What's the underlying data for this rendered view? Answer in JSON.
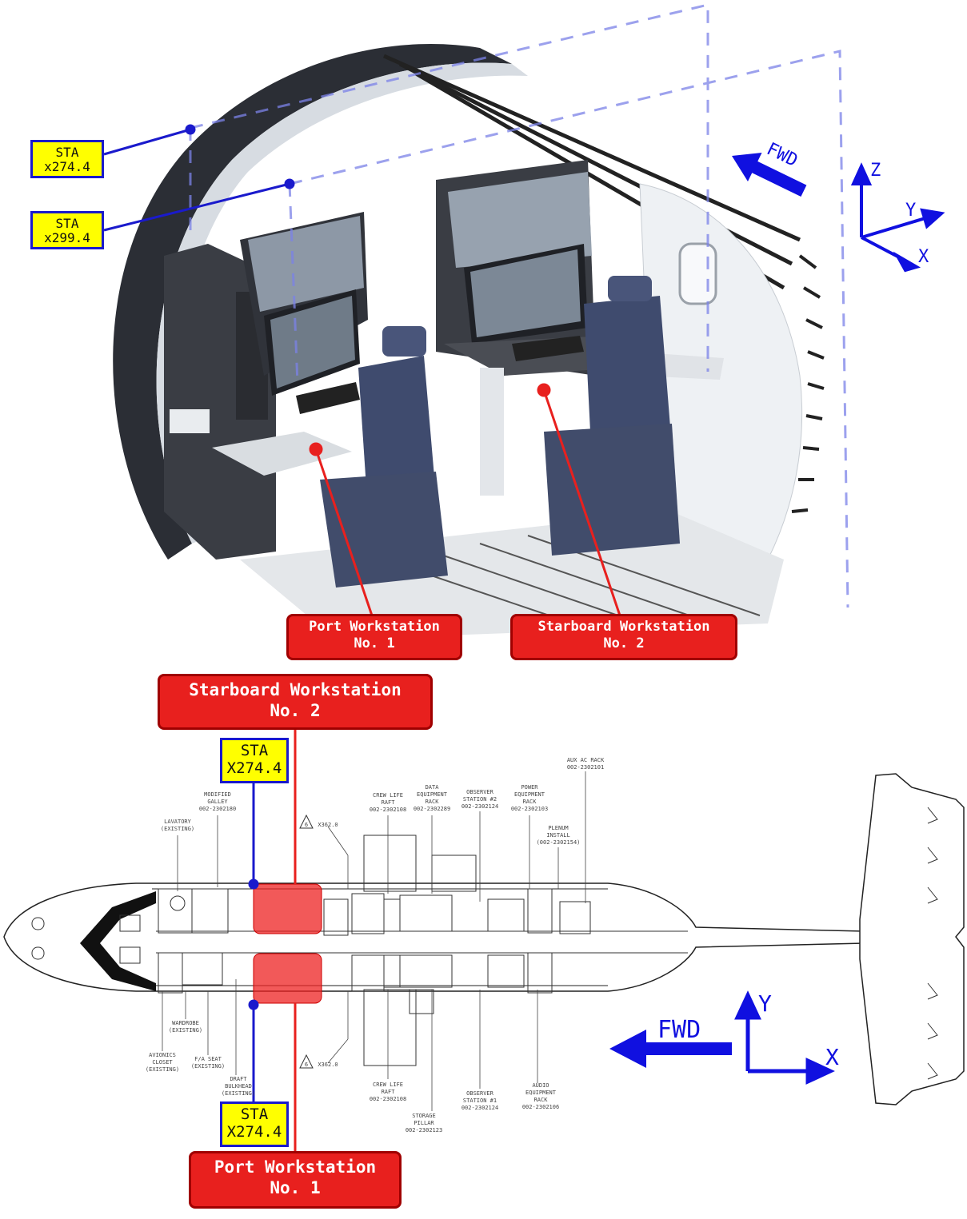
{
  "top": {
    "sta1": {
      "line1": "STA",
      "line2": "x274.4"
    },
    "sta2": {
      "line1": "STA",
      "line2": "x299.4"
    },
    "port": {
      "line1": "Port Workstation",
      "line2": "No. 1"
    },
    "starboard": {
      "line1": "Starboard Workstation",
      "line2": "No. 2"
    },
    "fwd": "FWD",
    "axes": {
      "z": "Z",
      "y": "Y",
      "x": "X"
    }
  },
  "bottom": {
    "starboard": {
      "line1": "Starboard Workstation",
      "line2": "No. 2"
    },
    "port": {
      "line1": "Port Workstation",
      "line2": "No. 1"
    },
    "sta_top": {
      "line1": "STA",
      "line2": "X274.4"
    },
    "sta_bottom": {
      "line1": "STA",
      "line2": "X274.4"
    },
    "fwd": "FWD",
    "axes": {
      "y": "Y",
      "x": "X"
    },
    "callouts": {
      "galley": [
        "MODIFIED",
        "GALLEY",
        "002-2302180"
      ],
      "lavatory": [
        "LAVATORY",
        "(EXISTING)"
      ],
      "crew_raft_top": [
        "CREW LIFE",
        "RAFT",
        "002-2302108"
      ],
      "data_rack": [
        "DATA",
        "EQUIPMENT",
        "RACK",
        "002-2302289"
      ],
      "observer2": [
        "OBSERVER",
        "STATION #2",
        "002-2302124"
      ],
      "power_rack": [
        "POWER",
        "EQUIPMENT",
        "RACK",
        "002-2302103"
      ],
      "aux_ac": [
        "AUX AC RACK",
        "002-2302101"
      ],
      "plenum": [
        "PLENUM",
        "INSTALL",
        "(002-2302154)"
      ],
      "x362_top": "X362.0",
      "x362_bottom": "X362.0",
      "tri_num": "6",
      "wardrobe": [
        "WARDROBE",
        "(EXISTING)"
      ],
      "avionics": [
        "AVIONICS",
        "CLOSET",
        "(EXISTING)"
      ],
      "fa_seat": [
        "F/A SEAT",
        "(EXISTING)"
      ],
      "draft": [
        "DRAFT",
        "BULKHEAD",
        "(EXISTING)"
      ],
      "crew_raft_bottom": [
        "CREW LIFE",
        "RAFT",
        "002-2302108"
      ],
      "storage": [
        "STORAGE",
        "PILLAR",
        "002-2302123"
      ],
      "observer1": [
        "OBSERVER",
        "STATION #1",
        "002-2302124"
      ],
      "audio_rack": [
        "AUDIO",
        "EQUIPMENT",
        "RACK",
        "002-2302106"
      ]
    }
  },
  "colors": {
    "blue": "#1010e0",
    "red": "#e8201e",
    "yellow": "#ffff00"
  }
}
